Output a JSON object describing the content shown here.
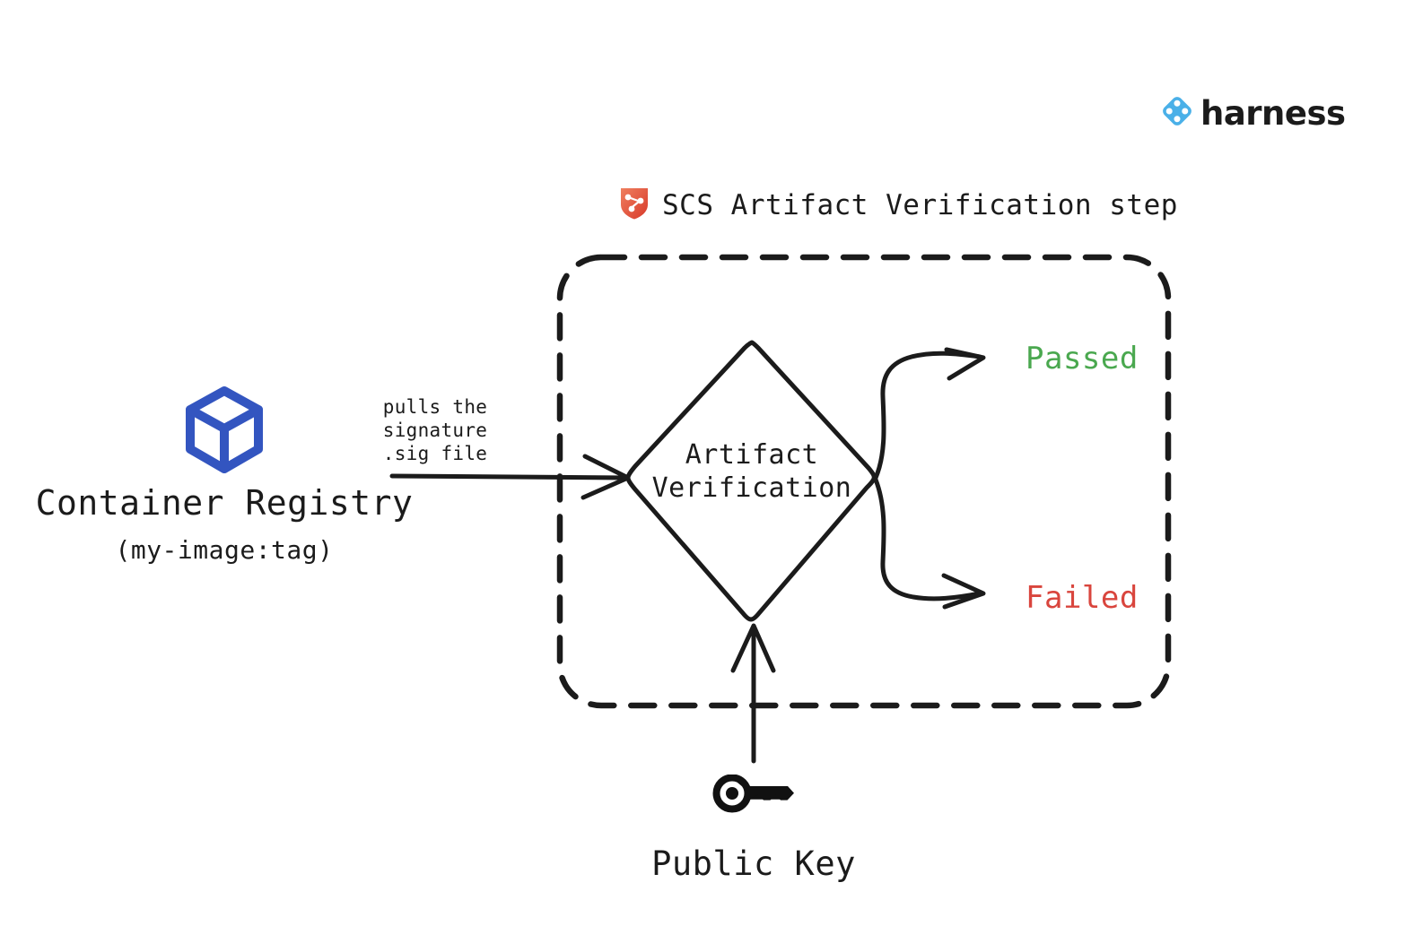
{
  "diagram": {
    "title": "SCS Artifact Verification step",
    "background_color": "#ffffff",
    "stroke_color": "#1b1b1b"
  },
  "brand": {
    "logo_word": "harness",
    "logo_icon": "harness-diamond-icon",
    "logo_color": "#4ab0e8",
    "word_color": "#1b1b1b"
  },
  "step": {
    "icon": "shield-node-icon",
    "icon_color": "#e8594a",
    "title": "SCS Artifact Verification step",
    "boundary_style": "dashed"
  },
  "nodes": {
    "container_registry": {
      "icon": "cube-icon",
      "icon_color": "#3355c0",
      "title": "Container Registry",
      "subtitle": "(my-image:tag)"
    },
    "decision": {
      "shape": "diamond",
      "label_line1": "Artifact",
      "label_line2": "Verification"
    },
    "public_key": {
      "icon": "key-icon",
      "icon_color": "#111111",
      "title": "Public Key"
    }
  },
  "edges": {
    "pull_signature": {
      "label_line1": "pulls the signature",
      "label_line2": ".sig file",
      "from": "container_registry",
      "to": "decision"
    },
    "public_key_edge": {
      "from": "public_key",
      "to": "decision"
    }
  },
  "outcomes": [
    {
      "label": "Passed",
      "color": "#4aa84f"
    },
    {
      "label": "Failed",
      "color": "#d9453d"
    }
  ]
}
